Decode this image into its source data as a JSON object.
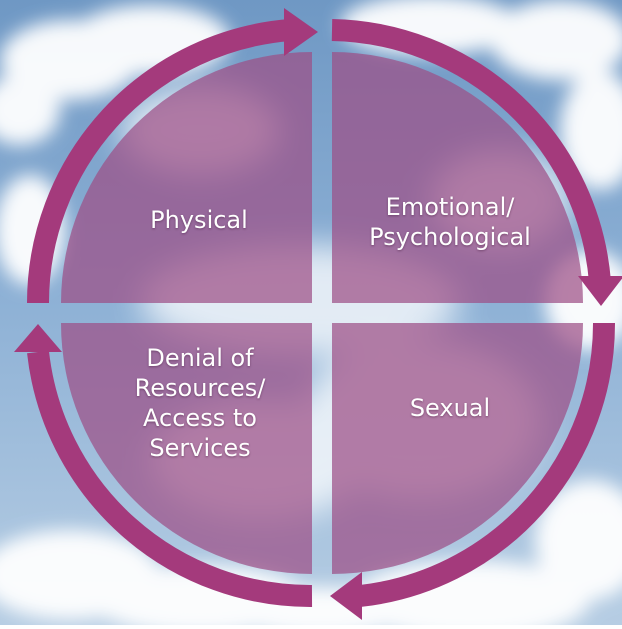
{
  "diagram": {
    "quadrants": [
      {
        "id": "top-left",
        "label": "Physical"
      },
      {
        "id": "top-right",
        "label": "Emotional/\nPsychological"
      },
      {
        "id": "bottom-right",
        "label": "Sexual"
      },
      {
        "id": "bottom-left",
        "label": "Denial of\nResources/\nAccess to\nServices"
      }
    ],
    "colors": {
      "sky": "#7ea4cc",
      "cloud": "#ffffff",
      "quadrant_fill": "#a05c87",
      "arrow": "#a43a7c",
      "text": "#ffffff"
    }
  }
}
